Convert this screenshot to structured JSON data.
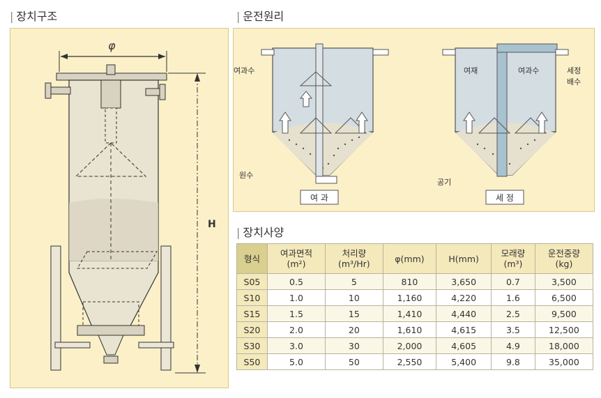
{
  "sections": {
    "structure_title": "장치구조",
    "principle_title": "운전원리",
    "spec_title": "장치사양"
  },
  "structure_diagram": {
    "diameter_label": "φ",
    "height_label": "H"
  },
  "principle_diagram": {
    "filter": {
      "filtrate_label": "여과수",
      "raw_water_label": "원수",
      "mode_label": "여 과"
    },
    "wash": {
      "media_label": "여재",
      "filtrate_label": "여과수",
      "wash_drain_label_line1": "세정",
      "wash_drain_label_line2": "배수",
      "air_label": "공기",
      "mode_label": "세 정"
    }
  },
  "spec_table": {
    "headers": [
      {
        "line1": "형식",
        "line2": ""
      },
      {
        "line1": "여과면적",
        "line2": "(m²)"
      },
      {
        "line1": "처리량",
        "line2": "(m³/Hr)"
      },
      {
        "line1": "φ(mm)",
        "line2": ""
      },
      {
        "line1": "H(mm)",
        "line2": ""
      },
      {
        "line1": "모래량",
        "line2": "(m³)"
      },
      {
        "line1": "운전중량",
        "line2": "(kg)"
      }
    ],
    "rows": [
      [
        "S05",
        "0.5",
        "5",
        "810",
        "3,650",
        "0.7",
        "3,500"
      ],
      [
        "S10",
        "1.0",
        "10",
        "1,160",
        "4,220",
        "1.6",
        "6,500"
      ],
      [
        "S15",
        "1.5",
        "15",
        "1,410",
        "4,440",
        "2.5",
        "9,500"
      ],
      [
        "S20",
        "2.0",
        "20",
        "1,610",
        "4,615",
        "3.5",
        "12,500"
      ],
      [
        "S30",
        "3.0",
        "30",
        "2,000",
        "4,605",
        "4.9",
        "18,000"
      ],
      [
        "S50",
        "5.0",
        "50",
        "2,550",
        "5,400",
        "9.8",
        "35,000"
      ]
    ]
  }
}
